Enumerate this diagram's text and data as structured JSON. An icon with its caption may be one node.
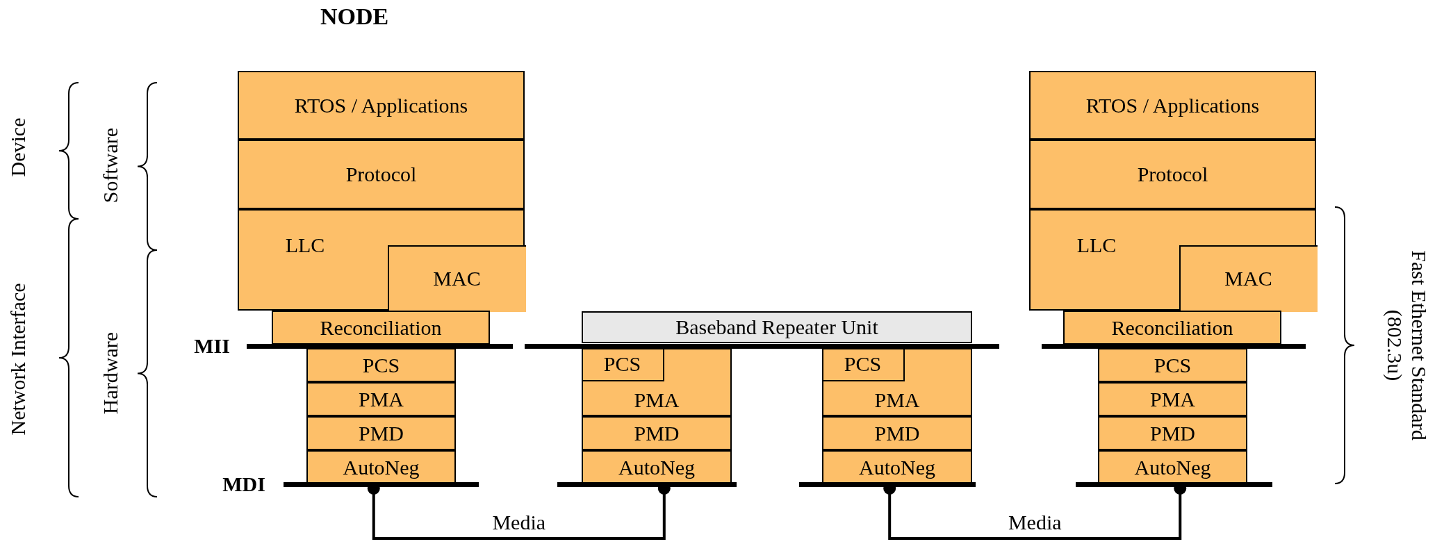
{
  "diagram": {
    "title": "NODE",
    "nodes": [
      {
        "text": [
          "RTOS / Applications"
        ]
      },
      {
        "text": [
          "Protocol"
        ]
      },
      {
        "text": [
          "LLC"
        ]
      },
      {
        "text": [
          "MAC"
        ],
        "in": 2
      },
      {
        "text": [
          "Reconciliation"
        ]
      },
      {
        "text": [
          "PCS"
        ]
      },
      {
        "text": [
          "PMA"
        ]
      },
      {
        "text": [
          "PMD"
        ]
      },
      {
        "text": [
          "AutoNeg"
        ]
      },
      {
        "text": [
          "Baseband Repeater Unit"
        ]
      },
      {
        "text": [
          "PMA"
        ]
      },
      {
        "text": [
          "PCS"
        ],
        "in": 10
      },
      {
        "text": [
          "PMD"
        ]
      },
      {
        "text": [
          "AutoNeg"
        ]
      },
      {
        "text": [
          "PMA"
        ]
      },
      {
        "text": [
          "PCS"
        ],
        "in": 14
      },
      {
        "text": [
          "PMD"
        ]
      },
      {
        "text": [
          "AutoNeg"
        ]
      },
      {
        "text": [
          "RTOS / Applications"
        ]
      },
      {
        "text": [
          "Protocol"
        ]
      },
      {
        "text": [
          "LLC"
        ]
      },
      {
        "text": [
          "MAC"
        ],
        "in": 20
      },
      {
        "text": [
          "Reconciliation"
        ]
      },
      {
        "text": [
          "PCS"
        ]
      },
      {
        "text": [
          "PMA"
        ]
      },
      {
        "text": [
          "PMD"
        ]
      },
      {
        "text": [
          "AutoNeg"
        ]
      }
    ],
    "edges": [
      {
        "from": 8,
        "to": 13,
        "arrow": "other",
        "label": "Media"
      },
      {
        "from": 17,
        "to": 26,
        "arrow": "other",
        "label": "Media"
      }
    ],
    "labels": [
      "Device",
      "Software",
      "Network Interface",
      "Hardware",
      "MII",
      "MDI",
      "Fast Ethernet Standard (802.3u)"
    ]
  }
}
